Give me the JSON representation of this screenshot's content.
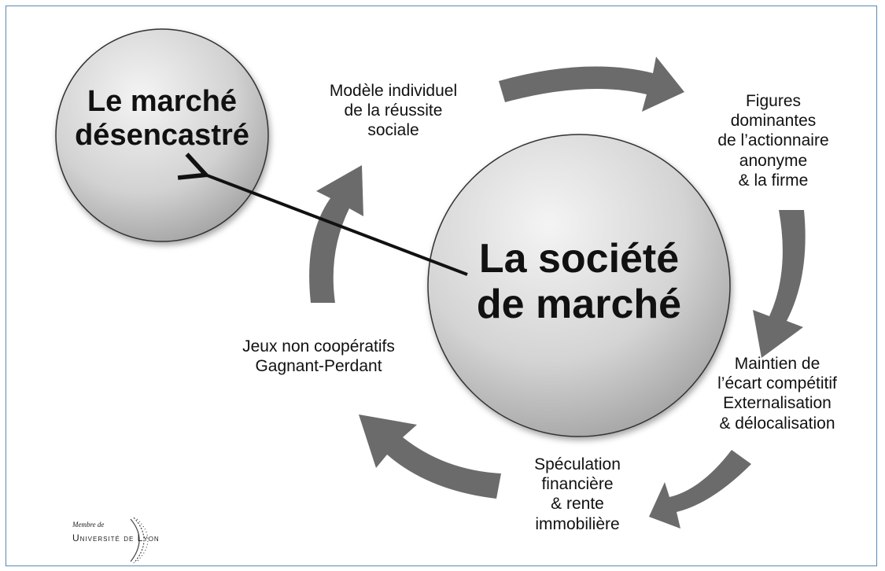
{
  "left_circle": {
    "lines": [
      "Le marché",
      "désencastré"
    ]
  },
  "center_circle": {
    "lines": [
      "La société",
      "de marché"
    ]
  },
  "cycle_labels": {
    "top": {
      "lines": [
        "Modèle individuel",
        "de la réussite",
        "sociale"
      ]
    },
    "right_top": {
      "lines": [
        "Figures",
        "dominantes",
        "de l’actionnaire",
        "anonyme",
        "& la firme"
      ]
    },
    "right_bottom": {
      "lines": [
        "Maintien de",
        "l’écart compétitif",
        "Externalisation",
        "& délocalisation"
      ]
    },
    "bottom": {
      "lines": [
        "Spéculation",
        "financière",
        "& rente",
        "immobilière"
      ]
    },
    "left": {
      "lines": [
        "Jeux non coopératifs",
        "Gagnant-Perdant"
      ]
    }
  },
  "logo": {
    "small_text": "Membre de",
    "big_text": "Université de Lyon"
  },
  "colors": {
    "arrow": "#6b6b6b",
    "frame": "#5b87b5",
    "circle_light": "#f2f2f2",
    "circle_dark": "#a9a9a9"
  }
}
